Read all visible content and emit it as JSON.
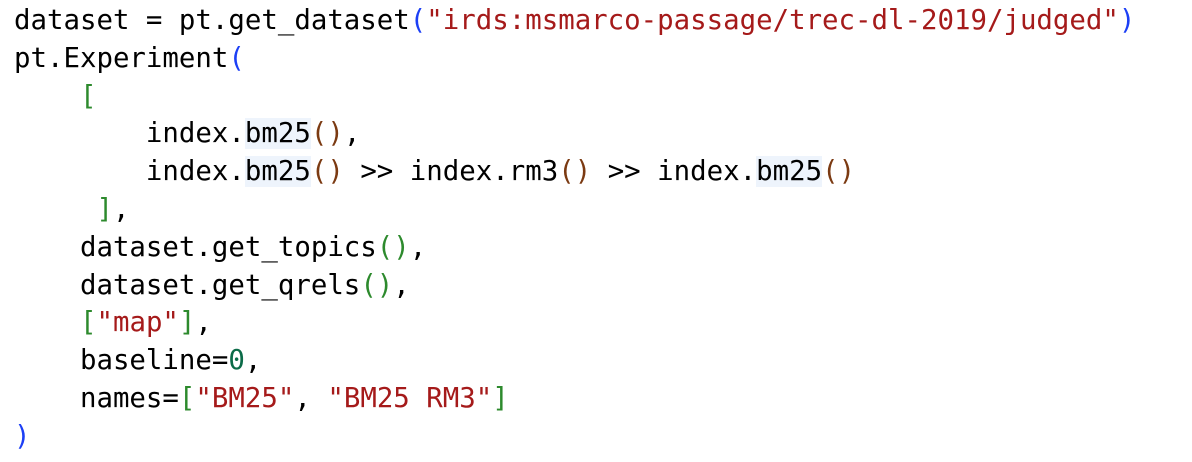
{
  "code_block": {
    "lines": [
      [
        {
          "t": "dataset = pt.get_dataset",
          "c": "default"
        },
        {
          "t": "(",
          "c": "blue"
        },
        {
          "t": "\"irds:msmarco-passage/trec-dl-2019/judged\"",
          "c": "string"
        },
        {
          "t": ")",
          "c": "blue"
        }
      ],
      [
        {
          "t": "pt.Experiment",
          "c": "default"
        },
        {
          "t": "(",
          "c": "blue"
        }
      ],
      [
        {
          "t": "    ",
          "c": "default"
        },
        {
          "t": "[",
          "c": "green"
        }
      ],
      [
        {
          "t": "        index.",
          "c": "default"
        },
        {
          "t": "bm25",
          "c": "default",
          "hl": true
        },
        {
          "t": "()",
          "c": "brown"
        },
        {
          "t": ",",
          "c": "default"
        }
      ],
      [
        {
          "t": "        index.",
          "c": "default"
        },
        {
          "t": "bm25",
          "c": "default",
          "hl": true
        },
        {
          "t": "()",
          "c": "brown"
        },
        {
          "t": " >> index.rm3",
          "c": "default"
        },
        {
          "t": "()",
          "c": "brown"
        },
        {
          "t": " >> index.",
          "c": "default"
        },
        {
          "t": "bm25",
          "c": "default",
          "hl": true
        },
        {
          "t": "()",
          "c": "brown"
        }
      ],
      [
        {
          "t": "     ",
          "c": "default"
        },
        {
          "t": "]",
          "c": "green"
        },
        {
          "t": ",",
          "c": "default"
        }
      ],
      [
        {
          "t": "    dataset.get_topics",
          "c": "default"
        },
        {
          "t": "()",
          "c": "green"
        },
        {
          "t": ",",
          "c": "default"
        }
      ],
      [
        {
          "t": "    dataset.get_qrels",
          "c": "default"
        },
        {
          "t": "()",
          "c": "green"
        },
        {
          "t": ",",
          "c": "default"
        }
      ],
      [
        {
          "t": "    ",
          "c": "default"
        },
        {
          "t": "[",
          "c": "green"
        },
        {
          "t": "\"map\"",
          "c": "string"
        },
        {
          "t": "]",
          "c": "green"
        },
        {
          "t": ",",
          "c": "default"
        }
      ],
      [
        {
          "t": "    baseline=",
          "c": "default"
        },
        {
          "t": "0",
          "c": "number"
        },
        {
          "t": ",",
          "c": "default"
        }
      ],
      [
        {
          "t": "    names=",
          "c": "default"
        },
        {
          "t": "[",
          "c": "green"
        },
        {
          "t": "\"BM25\"",
          "c": "string"
        },
        {
          "t": ", ",
          "c": "default"
        },
        {
          "t": "\"BM25 RM3\"",
          "c": "string"
        },
        {
          "t": "]",
          "c": "green"
        }
      ],
      [
        {
          "t": ")",
          "c": "blue"
        }
      ]
    ]
  }
}
